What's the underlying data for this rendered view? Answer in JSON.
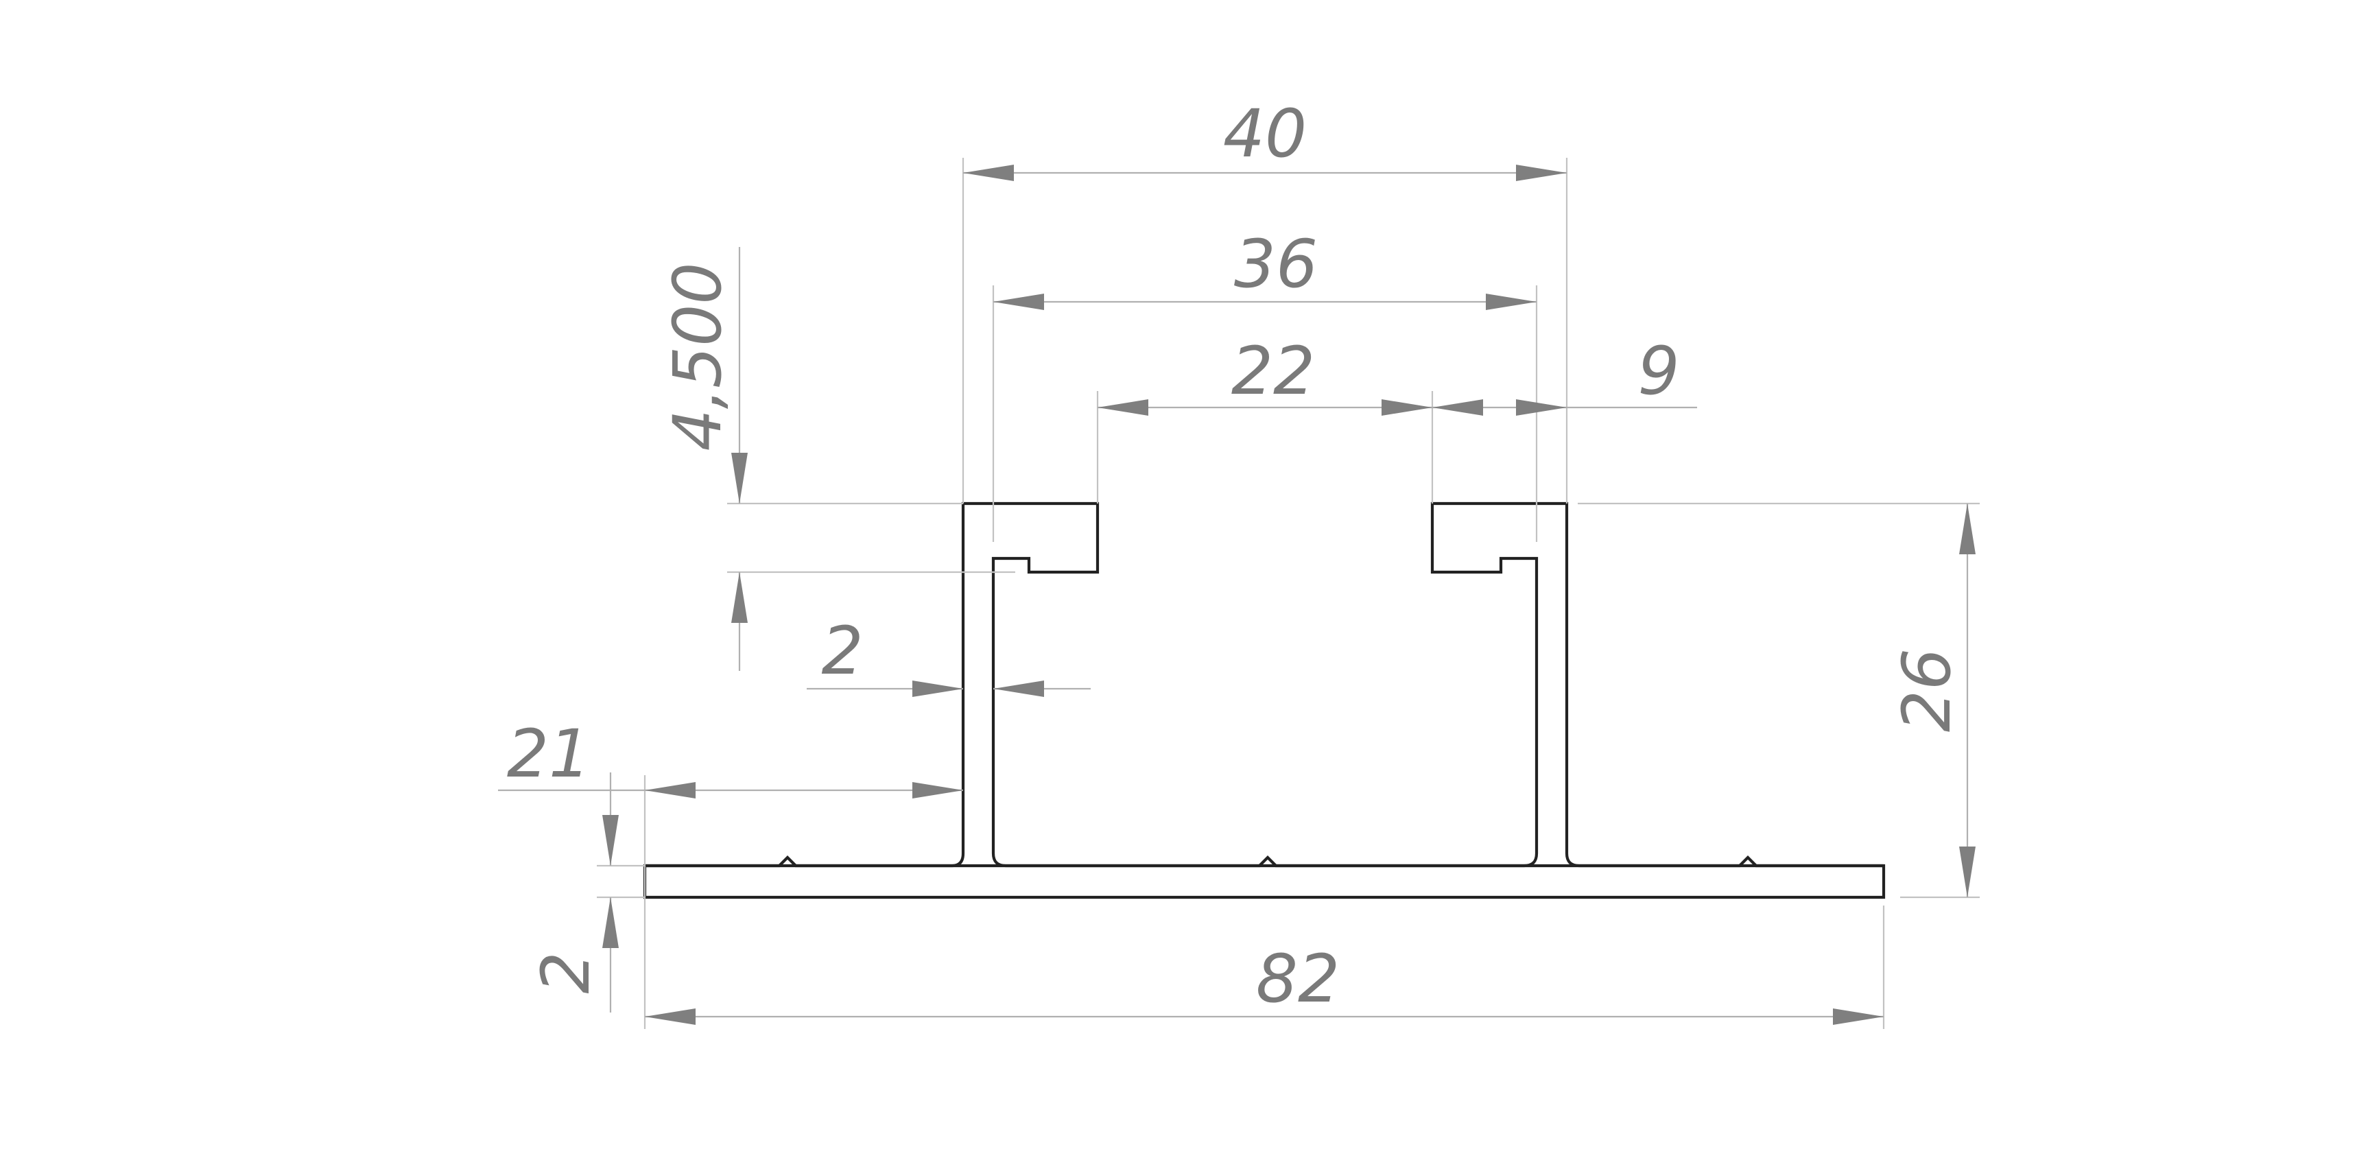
{
  "drawing": {
    "colors": {
      "profile": "#222222",
      "dimension_line": "#b0b0b0",
      "arrow": "#7f7f7f",
      "text": "#7a7a7a"
    },
    "dimensions": {
      "outer_width": "40",
      "inner_width": "36",
      "slot_opening": "22",
      "lip": "9",
      "lip_height": "4,500",
      "wall_thickness": "2",
      "flange_width": "21",
      "base_thickness": "2",
      "total_width": "82",
      "total_height": "26"
    }
  }
}
